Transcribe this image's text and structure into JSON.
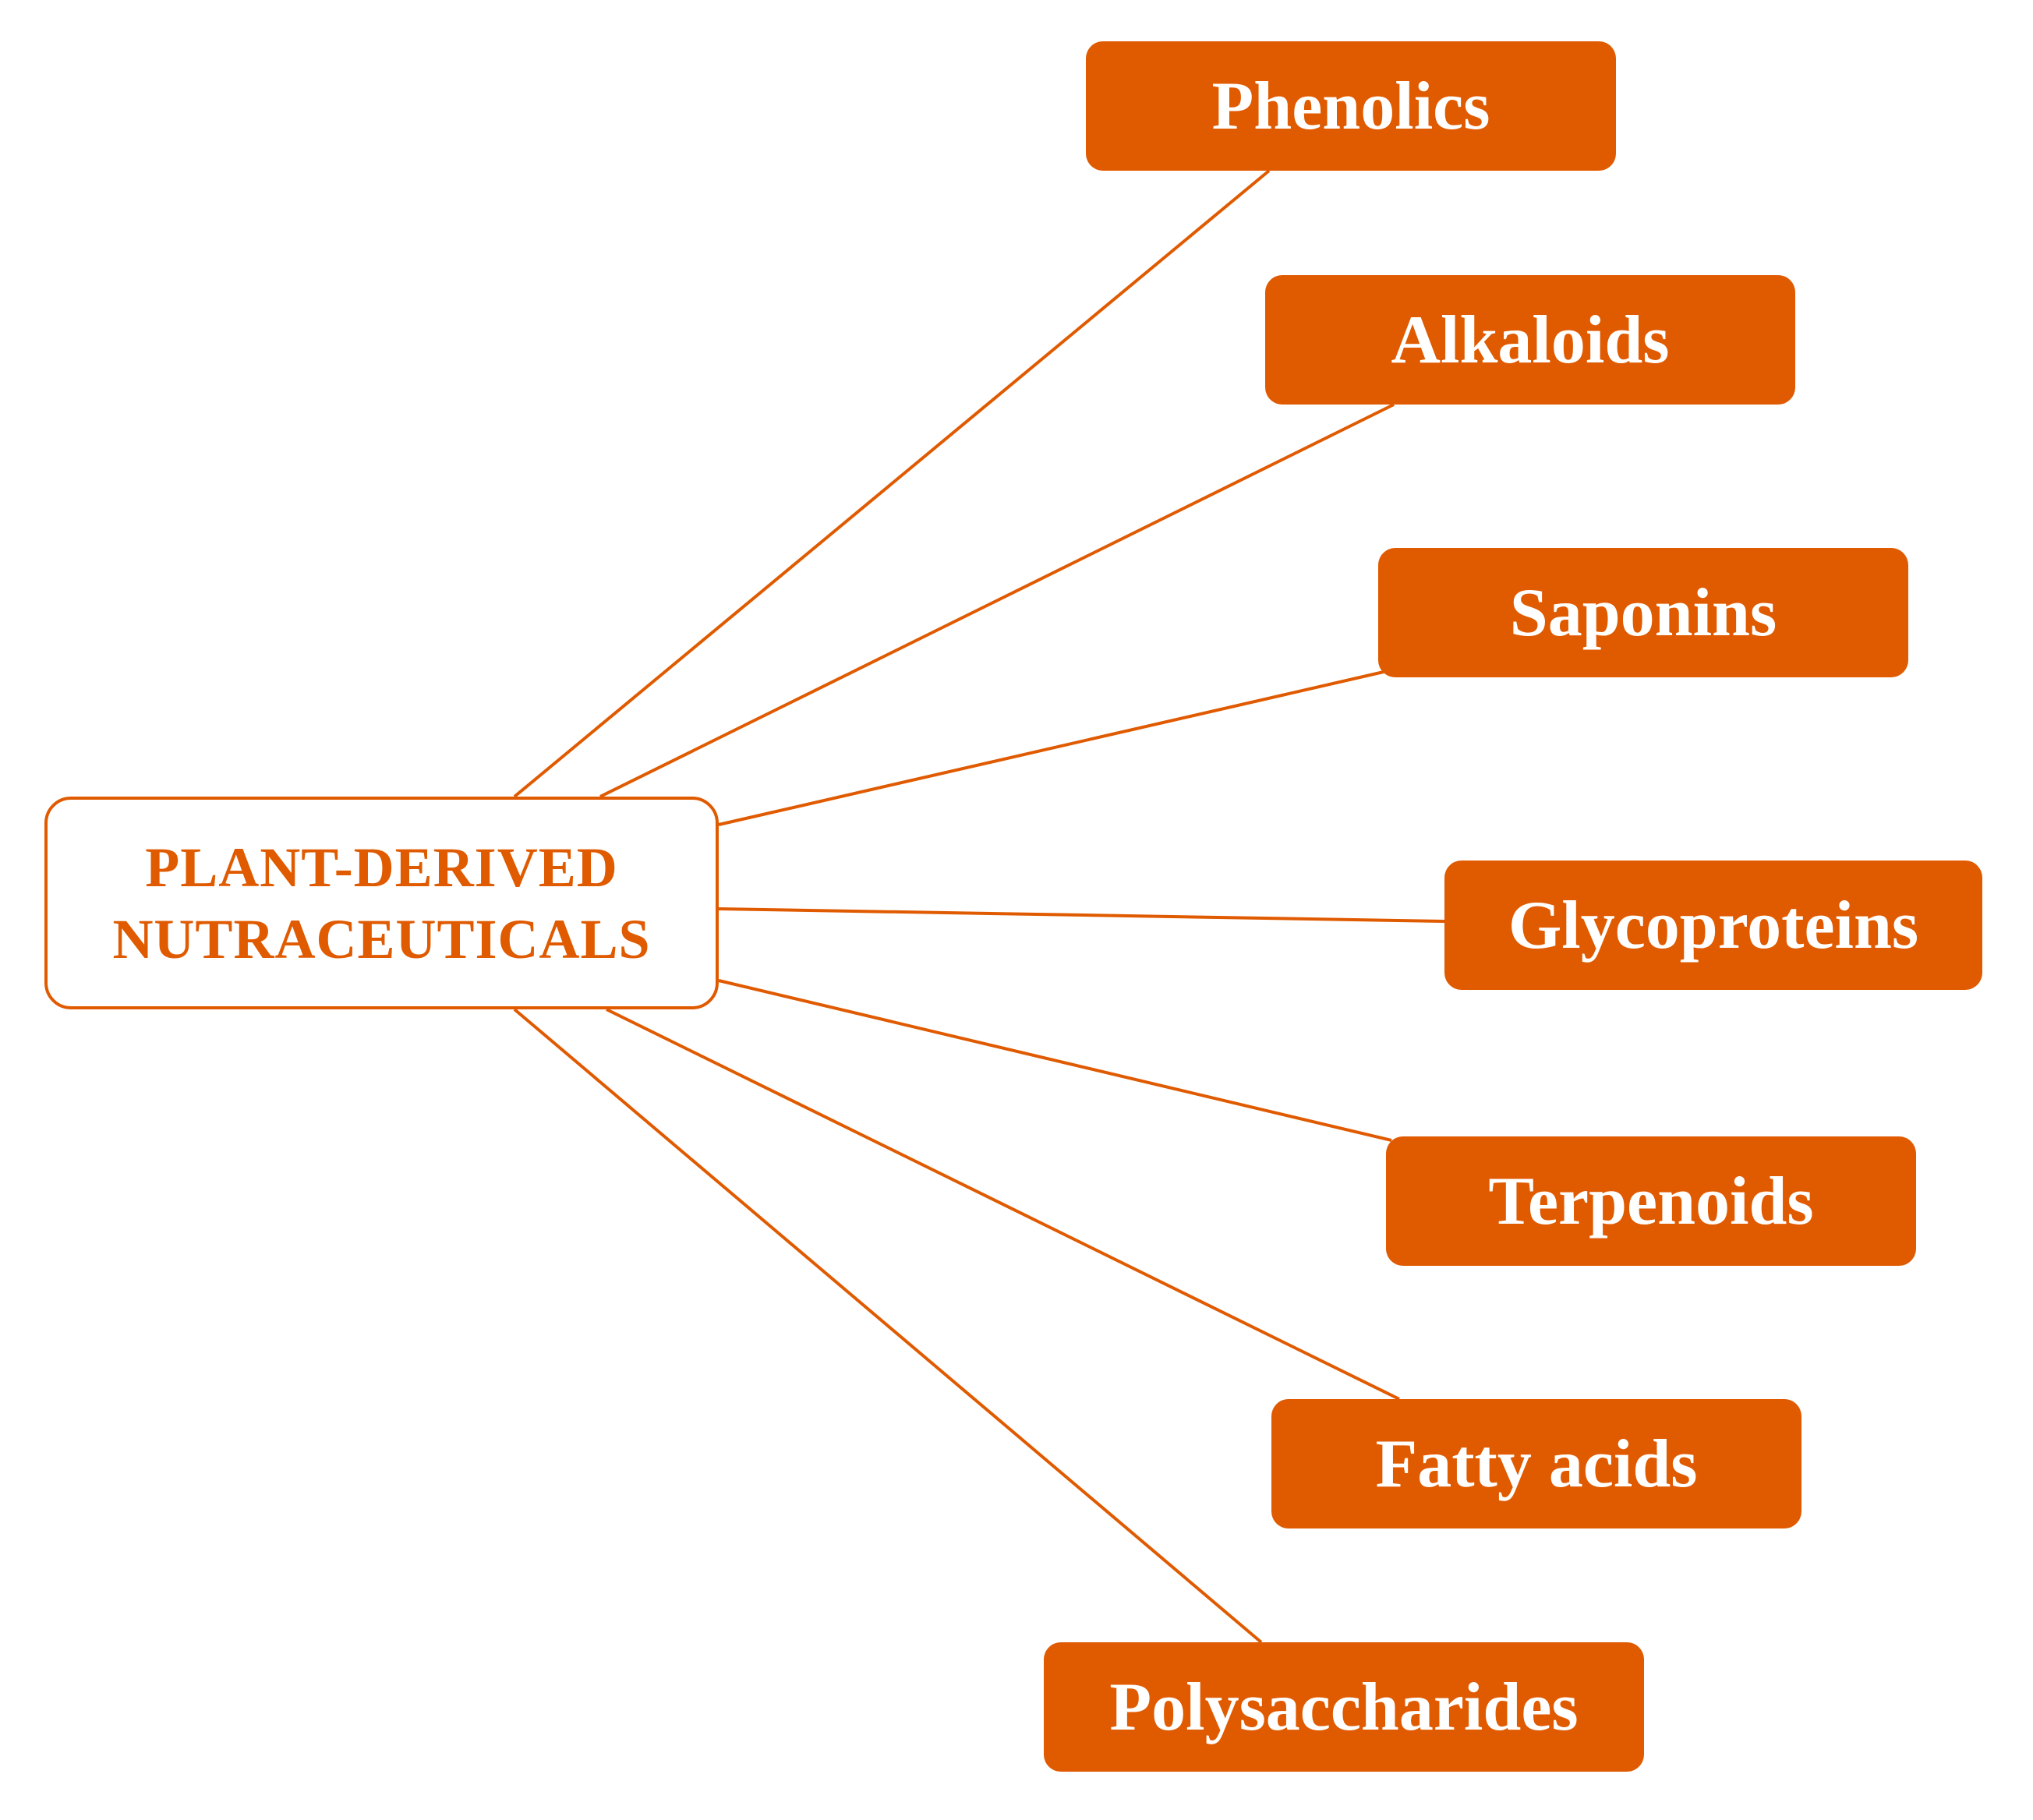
{
  "diagram": {
    "center": {
      "line1": "PLANT-DERIVED",
      "line2": "NUTRACEUTICALS"
    },
    "branches": [
      {
        "label": "Phenolics"
      },
      {
        "label": "Alkaloids"
      },
      {
        "label": "Saponins"
      },
      {
        "label": "Glycoproteins"
      },
      {
        "label": "Terpenoids"
      },
      {
        "label": "Fatty acids"
      },
      {
        "label": "Polysaccharides"
      }
    ]
  },
  "colors": {
    "accent": "#E05A00",
    "background": "#FFFFFF",
    "leaf_text": "#FFFFFF"
  }
}
